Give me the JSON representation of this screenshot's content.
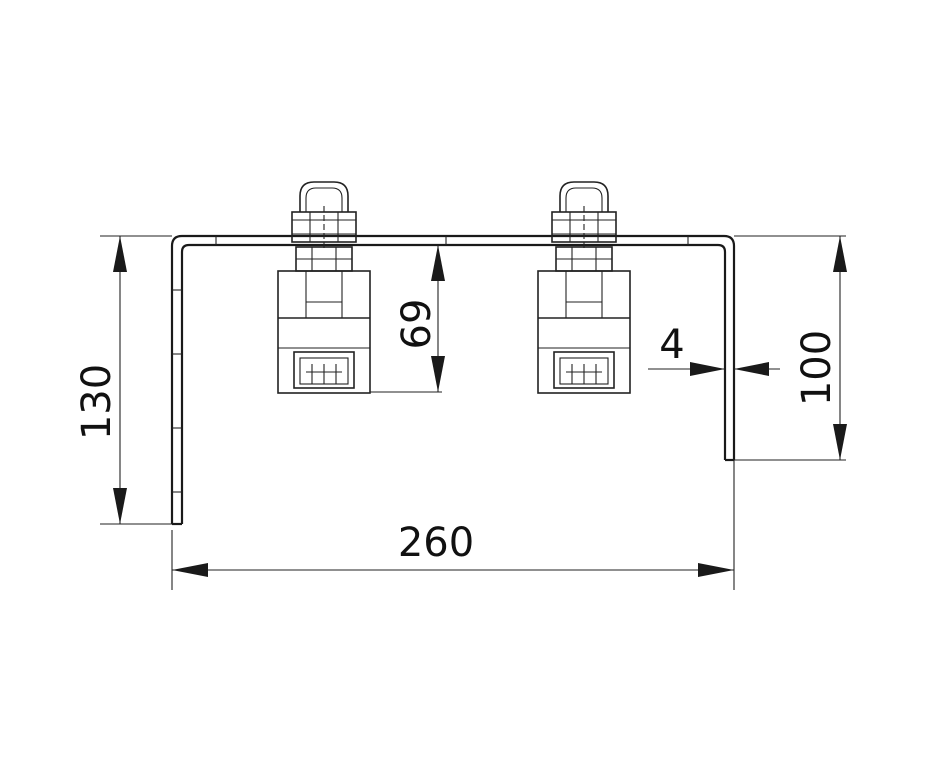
{
  "dimensions": {
    "width_label": "260",
    "height_left_label": "130",
    "height_right_label": "100",
    "center_height_label": "69",
    "thickness_label": "4"
  }
}
